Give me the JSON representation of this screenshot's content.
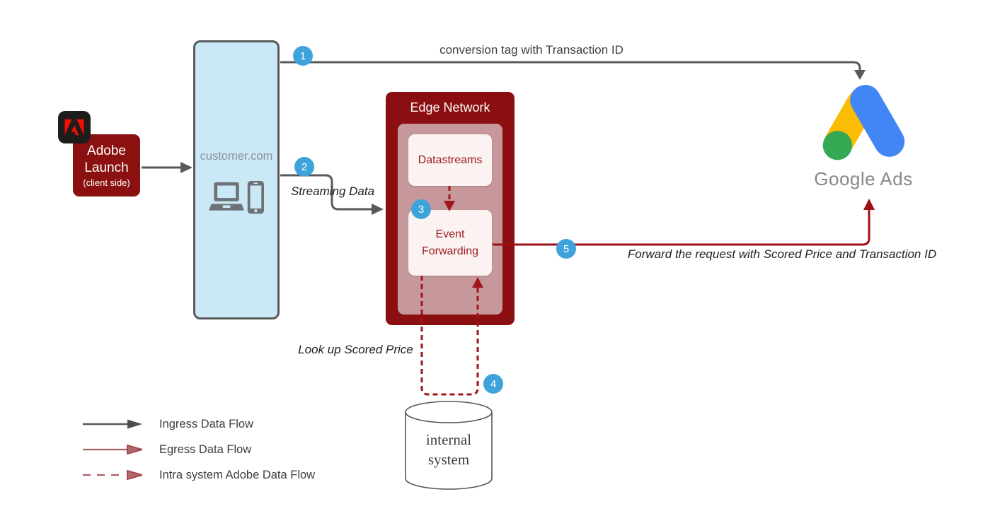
{
  "diagram": {
    "nodes": {
      "adobe_launch": {
        "title": "Adobe Launch",
        "subtitle": "(client side)"
      },
      "customer": {
        "label": "customer.com"
      },
      "edge_network": {
        "title": "Edge Network",
        "datastreams": "Datastreams",
        "event_forwarding": "Event Forwarding"
      },
      "google_ads": {
        "label": "Google Ads"
      },
      "internal_system": {
        "line1": "internal",
        "line2": "system"
      }
    },
    "flows": {
      "step1": {
        "number": "1",
        "label": "conversion tag with Transaction ID"
      },
      "step2": {
        "number": "2",
        "label": "Streaming Data"
      },
      "step3": {
        "number": "3"
      },
      "step4": {
        "number": "4",
        "label": "Look up Scored Price"
      },
      "step5": {
        "number": "5",
        "label": "Forward the request with Scored Price and Transaction ID"
      }
    },
    "legend": {
      "items": [
        {
          "label": "Ingress Data Flow",
          "style": "solid-gray"
        },
        {
          "label": "Egress Data Flow",
          "style": "solid-red"
        },
        {
          "label": "Intra system Adobe Data Flow",
          "style": "dashed-red"
        }
      ]
    },
    "colors": {
      "dark_red_box": "#8b0f10",
      "inner_pink": "#c6989b",
      "ingress_gray": "#58595b",
      "egress_red": "#9a1013",
      "intra_dashed_red": "#a21518",
      "badge_blue": "#3fa3db",
      "customer_light_blue": "#cbe8f7",
      "adobe_brand_red": "#f40f02",
      "google_blue": "#4285f4",
      "google_yellow": "#fbbc04",
      "google_green": "#34a853"
    }
  }
}
